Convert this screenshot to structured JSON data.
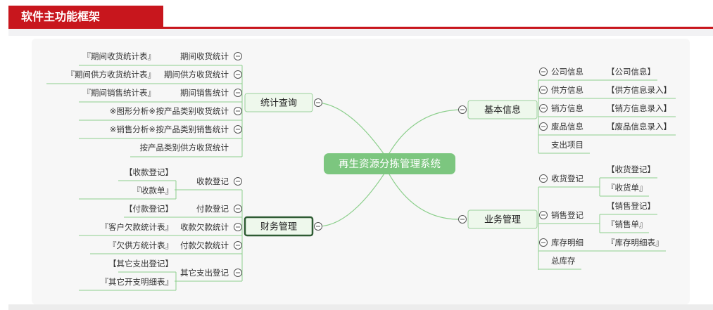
{
  "header": {
    "title": "软件主功能框架"
  },
  "root": {
    "label": "再生资源分拣管理系统"
  },
  "colors": {
    "brand_red": "#c8161d",
    "line_green": "#8ccf8c",
    "root_fill": "#7cc67f",
    "node_fill": "#eef8ec"
  },
  "branches": {
    "stats": {
      "label": "统计查询",
      "items": [
        {
          "label": "期间收货统计",
          "report": "『期间收货统计表』"
        },
        {
          "label": "期间供方收货统计",
          "report": "『期间供方收货统计表』"
        },
        {
          "label": "期间销售统计",
          "report": "『期间销售统计表』"
        },
        {
          "label": "按产品类别收货统计",
          "report": "※图形分析※"
        },
        {
          "label": "按产品类别销售统计",
          "report": "※销售分析※"
        },
        {
          "label": "按产品类别供方收货统计"
        }
      ]
    },
    "finance": {
      "label": "财务管理",
      "items": [
        {
          "label": "收款登记",
          "subs": [
            "【收款登记】",
            "『收款单』"
          ]
        },
        {
          "label": "付款登记",
          "subs": [
            "【付款登记】"
          ]
        },
        {
          "label": "收款欠款统计",
          "subs": [
            "『客户欠款统计表』"
          ]
        },
        {
          "label": "付款欠款统计",
          "subs": [
            "『欠供方统计表』"
          ]
        },
        {
          "label": "其它支出登记",
          "subs": [
            "【其它支出登记】",
            "『其它开支明细表』"
          ]
        }
      ]
    },
    "basic": {
      "label": "基本信息",
      "items": [
        {
          "label": "公司信息",
          "subs": [
            "【公司信息】"
          ]
        },
        {
          "label": "供方信息",
          "subs": [
            "【供方信息录入】"
          ]
        },
        {
          "label": "销方信息",
          "subs": [
            "【销方信息录入】"
          ]
        },
        {
          "label": "废品信息",
          "subs": [
            "【废品信息录入】"
          ]
        },
        {
          "label": "支出项目"
        }
      ]
    },
    "business": {
      "label": "业务管理",
      "items": [
        {
          "label": "收货登记",
          "subs": [
            "【收货登记】",
            "『收货单』"
          ]
        },
        {
          "label": "销售登记",
          "subs": [
            "【销售登记】",
            "『销售单』"
          ]
        },
        {
          "label": "库存明细",
          "subs": [
            "『库存明细表』"
          ]
        },
        {
          "label": "总库存"
        }
      ]
    }
  }
}
